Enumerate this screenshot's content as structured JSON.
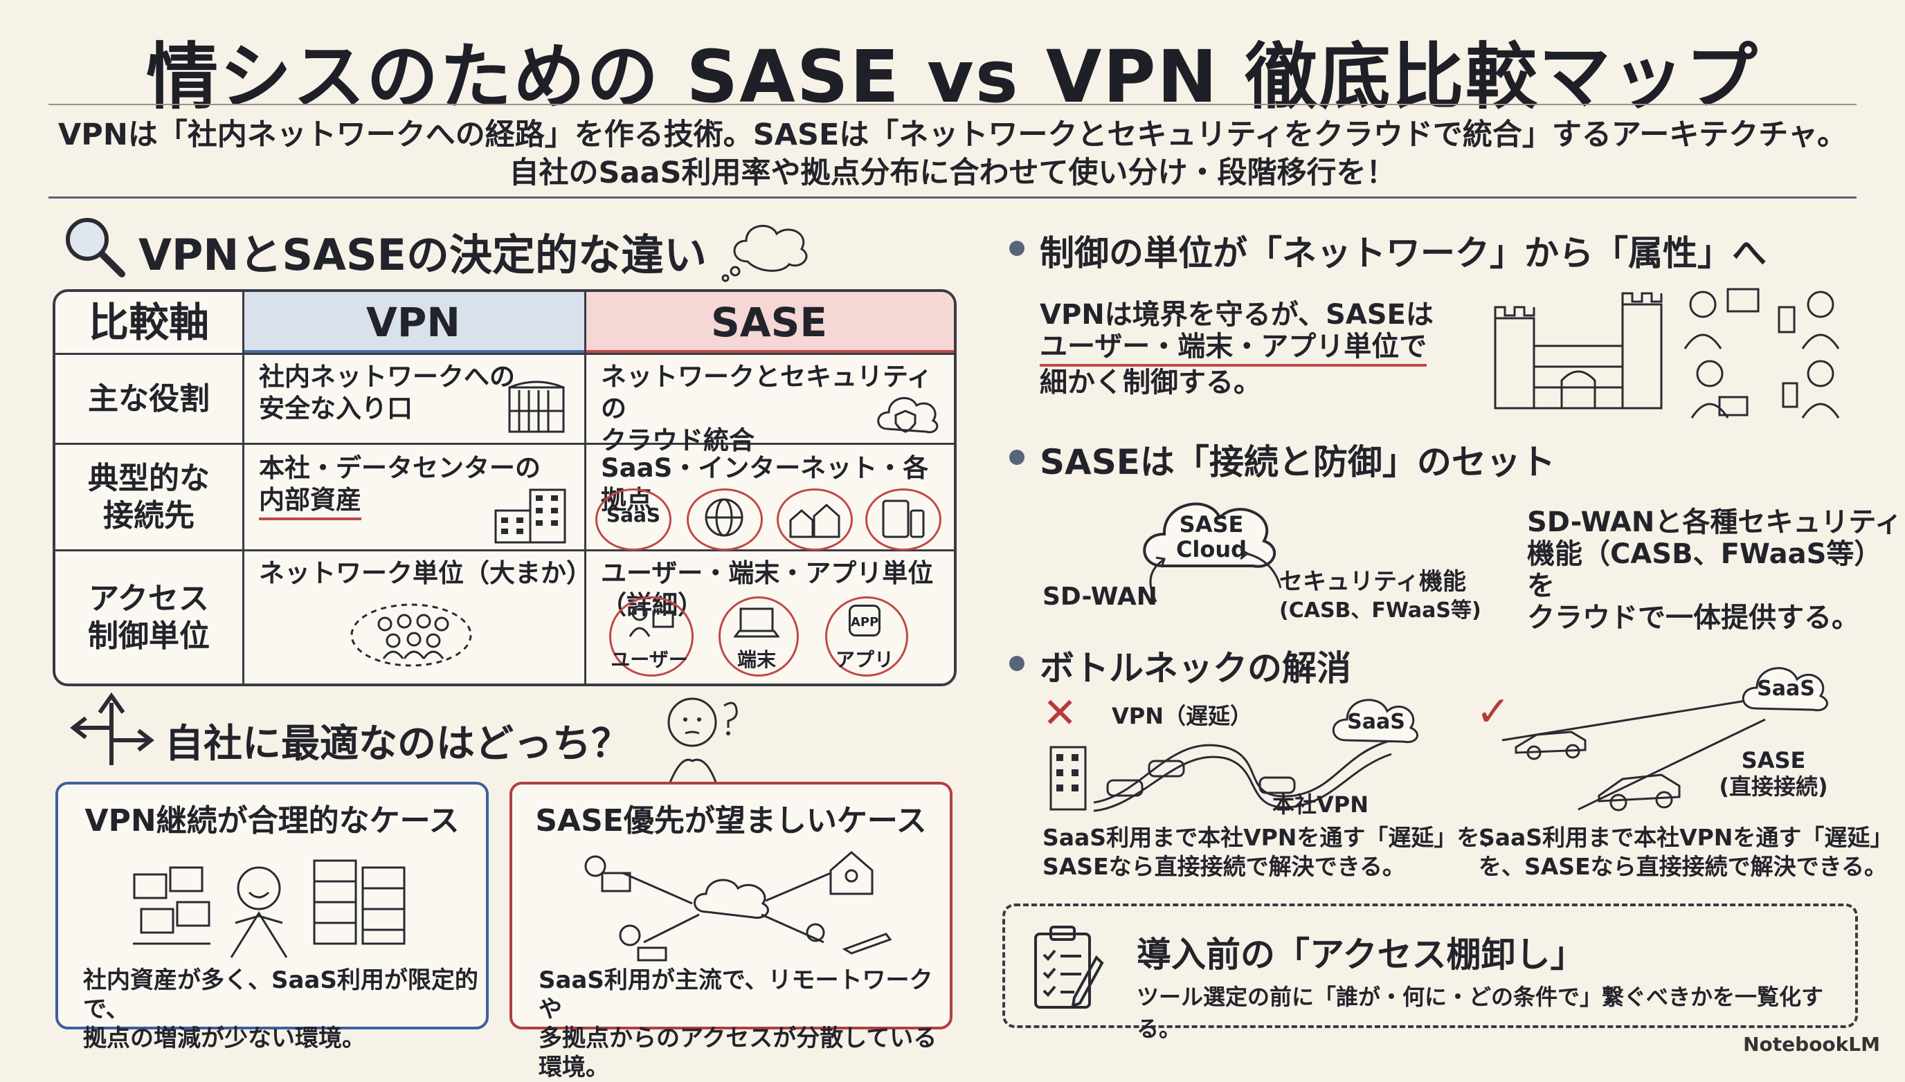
{
  "title": "情シスのための SASE vs VPN 徹底比較マップ",
  "lead": {
    "line1": "VPNは「社内ネットワークへの経路」を作る技術。SASEは「ネットワークとセキュリティをクラウドで統合」するアーキテクチャ。",
    "line2": "自社のSaaS利用率や拠点分布に合わせて使い分け・段階移行を！"
  },
  "diff_section": {
    "heading": "VPNとSASEの決定的な違い",
    "col_axis": "比較軸",
    "col_vpn": "VPN",
    "col_sase": "SASE",
    "rows": [
      {
        "label": "主な役割",
        "vpn": [
          "社内ネットワークへの",
          "安全な入り口"
        ],
        "sase": [
          "ネットワークとセキュリティの",
          "クラウド統合"
        ]
      },
      {
        "label": "典型的な接続先",
        "vpn": [
          "本社・データセンターの",
          "内部資産"
        ],
        "sase": [
          "SaaS・インターネット・各拠点"
        ]
      },
      {
        "label": "アクセス制御単位",
        "vpn": [
          "ネットワーク単位（大まか）"
        ],
        "sase": [
          "ユーザー・端末・アプリ単位（詳細）"
        ]
      }
    ],
    "icon_labels": {
      "saas": "SaaS",
      "user": "ユーザー",
      "device": "端末",
      "app": "アプリ",
      "app_icon": "APP"
    }
  },
  "which_section": {
    "heading": "自社に最適なのはどっち？",
    "vpn_case": {
      "title": "VPN継続が合理的なケース",
      "text": [
        "社内資産が多く、SaaS利用が限定的で、",
        "拠点の増減が少ない環境。"
      ]
    },
    "sase_case": {
      "title": "SASE優先が望ましいケース",
      "text": [
        "SaaS利用が主流で、リモートワークや",
        "多拠点からのアクセスが分散している環境。"
      ]
    }
  },
  "control_unit": {
    "heading": "制御の単位が「ネットワーク」から「属性」へ",
    "text": [
      "VPNは境界を守るが、SASEは",
      "ユーザー・端末・アプリ単位で",
      "細かく制御する。"
    ]
  },
  "sase_set": {
    "heading": "SASEは「接続と防御」のセット",
    "cloud": [
      "SASE",
      "Cloud"
    ],
    "sdwan": "SD-WAN",
    "security": [
      "セキュリティ機能",
      "(CASB、FWaaS等)"
    ],
    "text": [
      "SD-WANと各種セキュリティ",
      "機能（CASB、FWaaS等）を",
      "クラウドで一体提供する。"
    ]
  },
  "bottleneck": {
    "heading": "ボトルネックの解消",
    "vpn_label": "VPN（遅延）",
    "saas": "SaaS",
    "hq_vpn": "本社VPN",
    "sase_label": [
      "SASE",
      "(直接接続)"
    ],
    "text_left": [
      "SaaS利用まで本社VPNを通す「遅延」を、",
      "SASEなら直接接続で解決できる。"
    ],
    "text_right": [
      "SaaS利用まで本社VPNを通す「遅延」",
      "を、SASEなら直接接続で解決できる。"
    ],
    "cross_mark": "✕",
    "check_mark": "✓"
  },
  "access_inventory": {
    "title": "導入前の「アクセス棚卸し」",
    "text": "ツール選定の前に「誰が・何に・どの条件で」繋ぐべきかを一覧化する。"
  },
  "footer": "NotebookLM",
  "colors": {
    "vpn_header": "#d9e1ec",
    "sase_header": "#f5d8d6",
    "accent_red": "#c04848",
    "accent_blue": "#3f5f9e"
  }
}
